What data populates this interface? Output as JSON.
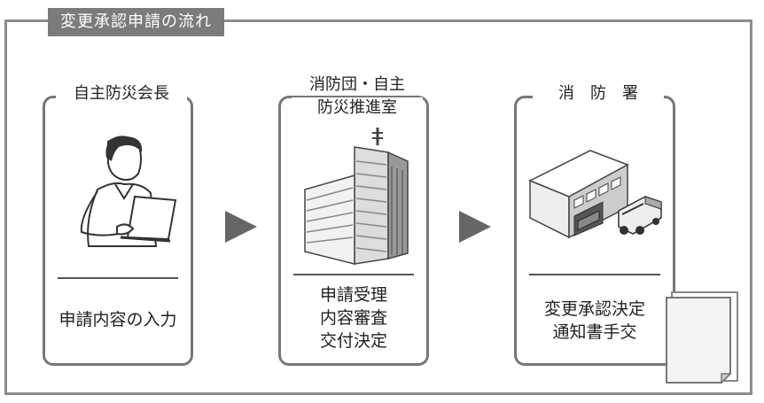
{
  "title": "変更承認申請の流れ",
  "steps": [
    {
      "label": "自主防災会長",
      "lines": [
        "申請内容の入力"
      ]
    },
    {
      "label_lines": [
        "消防団・自主",
        "防災推進室"
      ],
      "lines": [
        "申請受理",
        "内容審査",
        "交付決定"
      ]
    },
    {
      "label": "消　防　署",
      "lines": [
        "変更承認決定",
        "通知書手交"
      ]
    }
  ],
  "icons": [
    "person-laptop-icon",
    "office-building-icon",
    "fire-station-icon",
    "document-icon"
  ],
  "colors": {
    "frame": "#8c8c8c",
    "tab": "#7b7b7b",
    "arrow": "#666666",
    "card_border": "#777777"
  }
}
